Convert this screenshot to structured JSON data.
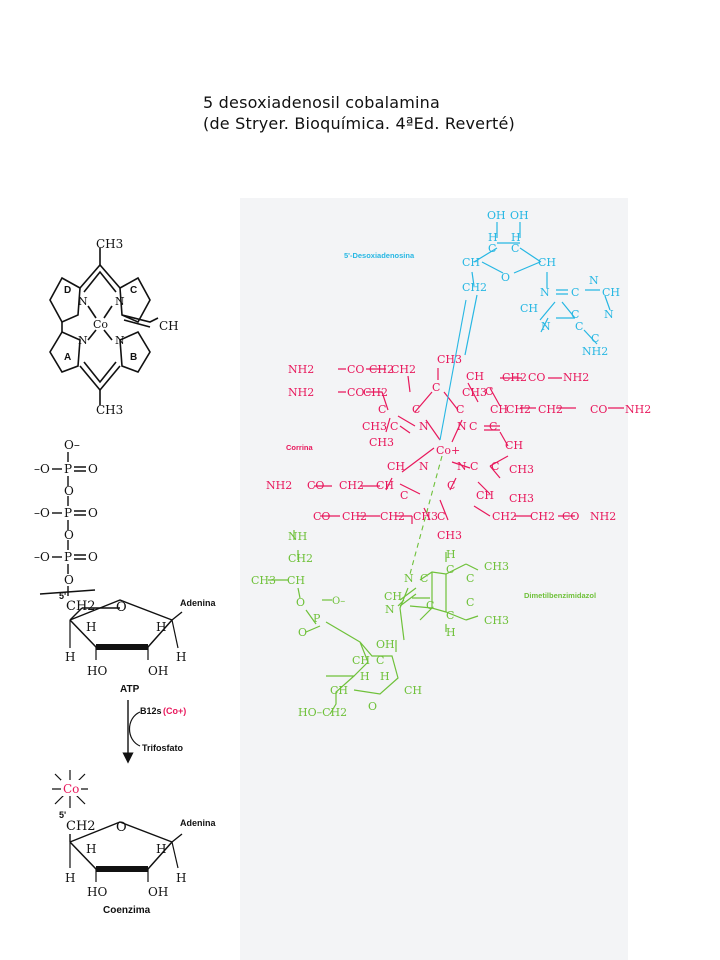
{
  "caption": {
    "line1": "5 desoxiadenosil cobalamina",
    "line2": "(de Stryer. Bioquímica. 4ªEd. Reverté)"
  },
  "colors": {
    "black": "#111111",
    "corrin": "#e8185c",
    "deoxyadenosine": "#27b7e3",
    "dimethylbenzimidazole": "#6fc13a",
    "panel_background": "#f3f4f6"
  },
  "section_labels": {
    "desoxiadenosina": "5'-Desoxiadenosina",
    "corrina": "Corrina",
    "dimetilbenzimidazol": "Dimetilbenzimidazol"
  },
  "porphyrin": {
    "methyl_top": "CH3",
    "methyl_bottom": "CH3",
    "ring_d": "D",
    "ring_c": "C",
    "ring_a": "A",
    "ring_b": "B",
    "n": "N",
    "cobalt": "Co",
    "ch": "CH"
  },
  "pathway": {
    "adenina": "Adenina",
    "atp": "ATP",
    "b12s": "B12s",
    "co_plus": "(Co+)",
    "trifosfato": "Trifosfato",
    "coenzima": "Coenzima",
    "prime5": "5'",
    "cobalt": "Co",
    "ch2": "CH2",
    "h": "H",
    "ho": "HO",
    "oh": "OH",
    "o": "O",
    "p": "P",
    "o_minus": "O–",
    "o_minus_left": "–O"
  },
  "cobalamin": {
    "oh": "OH",
    "h": "H",
    "ch": "CH",
    "ch2": "CH2",
    "ch3": "CH3",
    "c": "C",
    "n": "N",
    "nh": "NH",
    "nh2": "NH2",
    "o": "O",
    "p": "P",
    "o_minus": "O–",
    "co": "CO",
    "co_plus": "Co+",
    "ho_ch2": "HO–CH2"
  }
}
